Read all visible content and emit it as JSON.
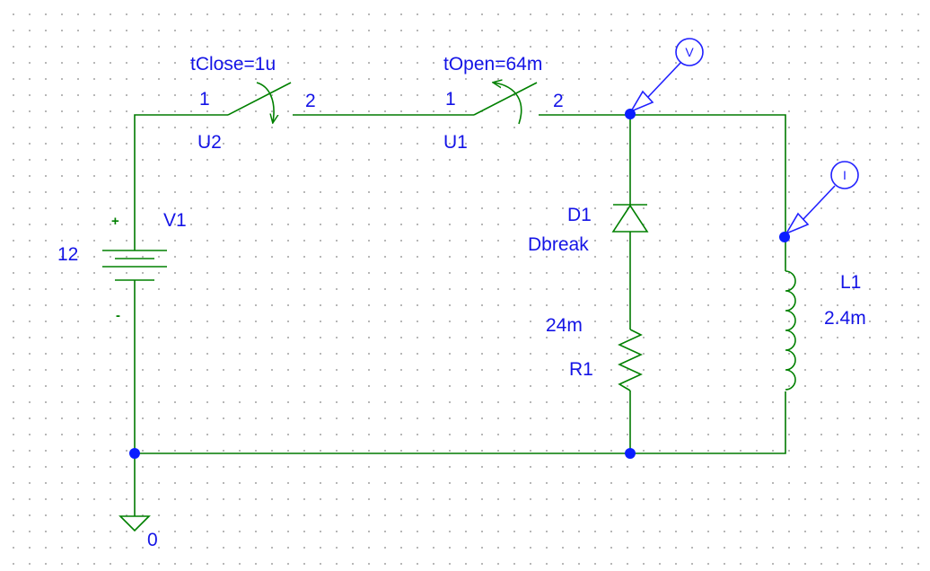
{
  "colors": {
    "wire": "#007a00",
    "part": "#008000",
    "label": "#1414e6",
    "node": "#0a1eff",
    "probe": "#2020ff"
  },
  "switch_u2": {
    "ref": "U2",
    "param": "tClose=1u",
    "pin1": "1",
    "pin2": "2"
  },
  "switch_u1": {
    "ref": "U1",
    "param": "tOpen=64m",
    "pin1": "1",
    "pin2": "2"
  },
  "source_v1": {
    "ref": "V1",
    "value": "12",
    "plus": "+",
    "minus": "-"
  },
  "diode_d1": {
    "ref": "D1",
    "model": "Dbreak"
  },
  "resistor_r1": {
    "ref": "R1",
    "value": "24m"
  },
  "inductor_l1": {
    "ref": "L1",
    "value": "2.4m"
  },
  "ground": {
    "label": "0"
  },
  "probes": {
    "voltage": "V",
    "current": "I"
  }
}
